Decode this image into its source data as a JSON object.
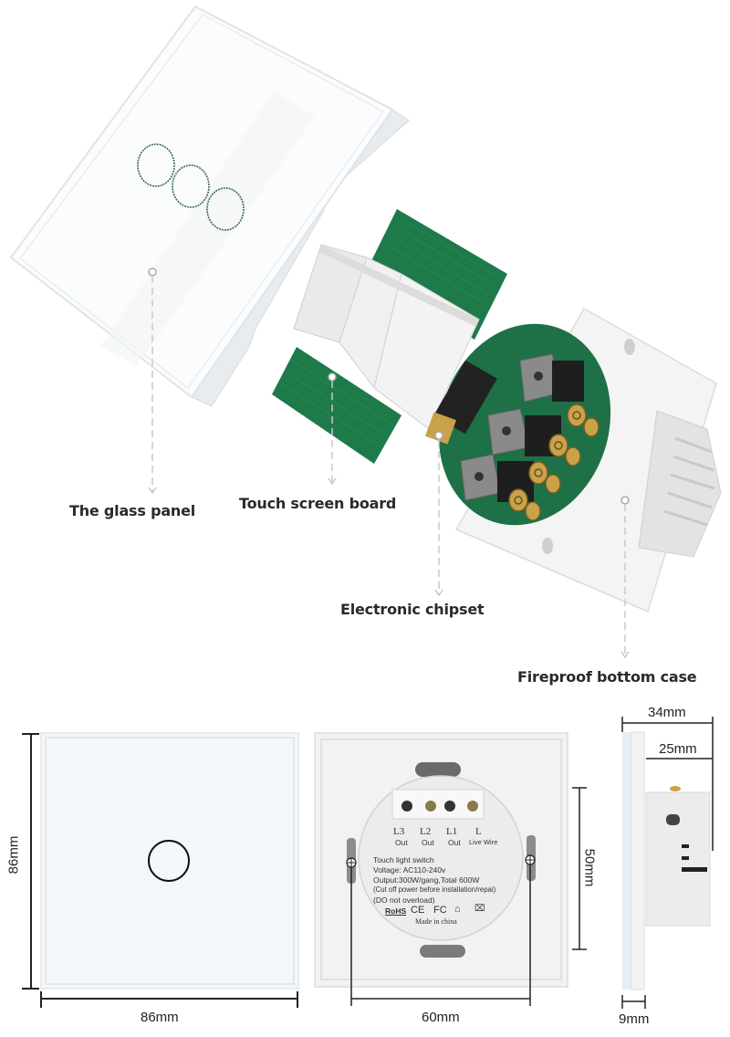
{
  "title": "3-gang touch light switch exploded view and dimensions",
  "exploded_view": {
    "components": [
      {
        "id": "glass-panel",
        "label": "The glass panel"
      },
      {
        "id": "touch-board",
        "label": "Touch screen board"
      },
      {
        "id": "chipset",
        "label": "Electronic chipset"
      },
      {
        "id": "bottom-case",
        "label": "Fireproof bottom case"
      }
    ],
    "touch_buttons": 3
  },
  "front_view": {
    "width_label": "86mm",
    "height_label": "86mm",
    "touch_buttons": 1
  },
  "back_view": {
    "terminals": [
      {
        "name": "L3",
        "sub": "Out"
      },
      {
        "name": "L2",
        "sub": "Out"
      },
      {
        "name": "L1",
        "sub": "Out"
      },
      {
        "name": "L",
        "sub": "Live Wire"
      }
    ],
    "spec_lines": [
      "Touch light switch",
      "Voltage: AC110-240v",
      "Output:300W/gang,Total 600W",
      "(Cut off power before installation/repai)",
      "(DO not overload)"
    ],
    "certifications": [
      "RoHS",
      "CE",
      "FC",
      "home-icon",
      "weee-bin-icon"
    ],
    "made_in": "Made in china",
    "hole_spacing_label": "60mm",
    "height_label": "50mm"
  },
  "side_view": {
    "total_depth_label": "34mm",
    "box_depth_label": "25mm",
    "panel_thickness_label": "9mm"
  },
  "colors": {
    "pcb_green": "#1f7a4a",
    "panel_white": "#f4f7fa",
    "brass": "#c9a24a",
    "leader_line": "#c8c8c8"
  }
}
